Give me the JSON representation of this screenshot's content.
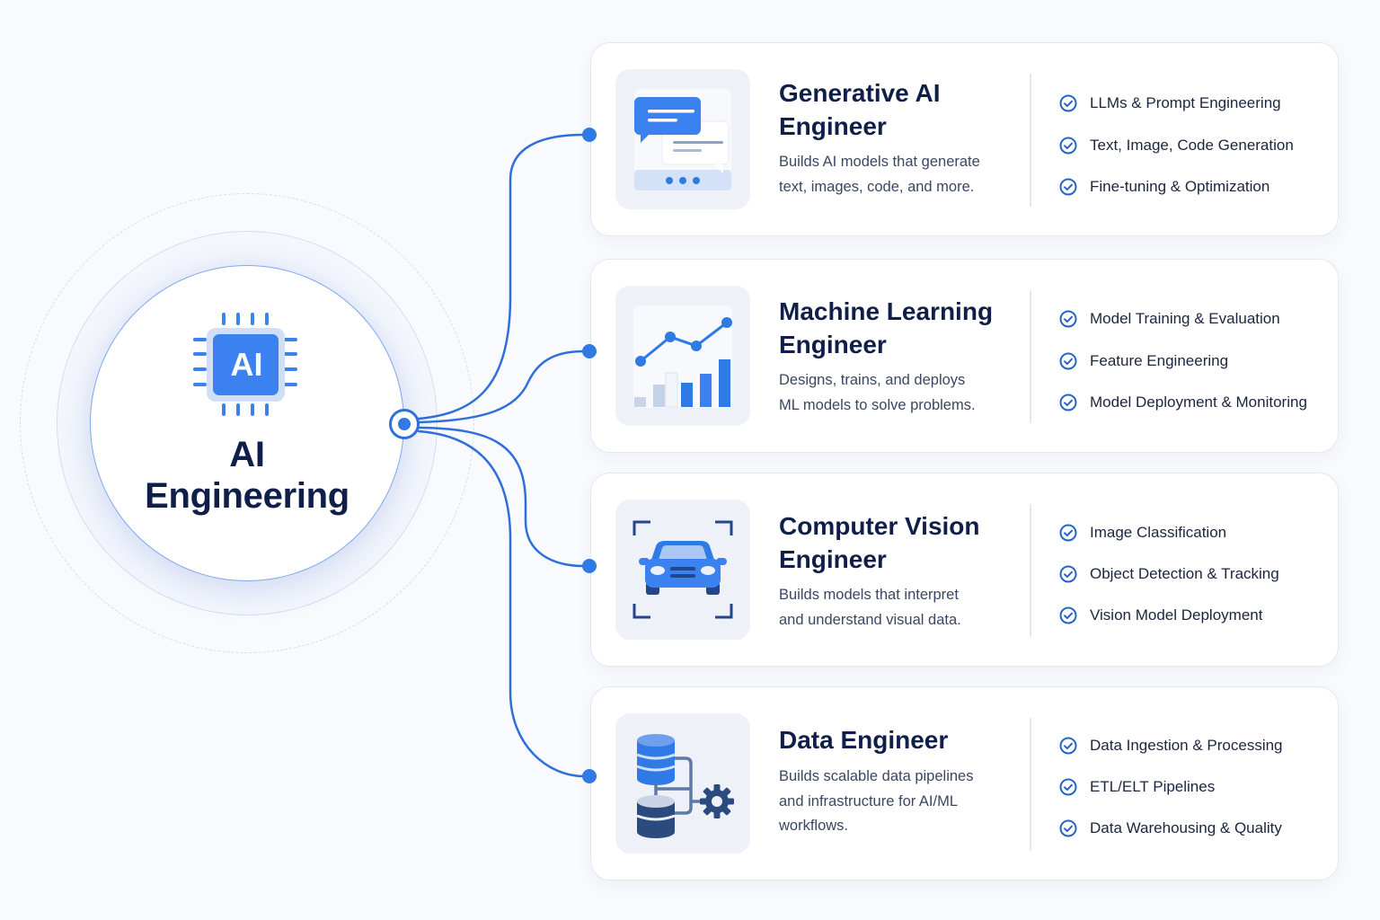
{
  "hub": {
    "chip_label": "AI",
    "title_line1": "AI",
    "title_line2": "Engineering"
  },
  "colors": {
    "accent": "#2f7ae5",
    "accent_dark": "#2563c7",
    "title": "#0f1f4a",
    "text": "#3a4762",
    "card_border": "#e4e8ef",
    "icon_bg": "#eef2f8",
    "background": "#f8fafd"
  },
  "roles": [
    {
      "icon": "chat-bubbles-icon",
      "title_line1": "Generative AI",
      "title_line2": "Engineer",
      "desc_line1": "Builds AI models that generate",
      "desc_line2": "text, images, code, and more.",
      "desc_line3": "",
      "features": [
        "LLMs & Prompt Engineering",
        "Text, Image, Code Generation",
        "Fine-tuning & Optimization"
      ]
    },
    {
      "icon": "chart-growth-icon",
      "title_line1": "Machine Learning",
      "title_line2": "Engineer",
      "desc_line1": "Designs, trains, and deploys",
      "desc_line2": "ML models to solve problems.",
      "desc_line3": "",
      "features": [
        "Model Training & Evaluation",
        "Feature Engineering",
        "Model Deployment & Monitoring"
      ]
    },
    {
      "icon": "car-detection-icon",
      "title_line1": "Computer Vision",
      "title_line2": "Engineer",
      "desc_line1": "Builds models that interpret",
      "desc_line2": "and understand visual data.",
      "desc_line3": "",
      "features": [
        "Image Classification",
        "Object Detection & Tracking",
        "Vision Model Deployment"
      ]
    },
    {
      "icon": "database-pipeline-icon",
      "title_line1": "Data Engineer",
      "title_line2": "",
      "desc_line1": "Builds scalable data pipelines",
      "desc_line2": "and infrastructure for AI/ML",
      "desc_line3": "workflows.",
      "features": [
        "Data Ingestion & Processing",
        "ETL/ELT Pipelines",
        "Data Warehousing & Quality"
      ]
    }
  ]
}
